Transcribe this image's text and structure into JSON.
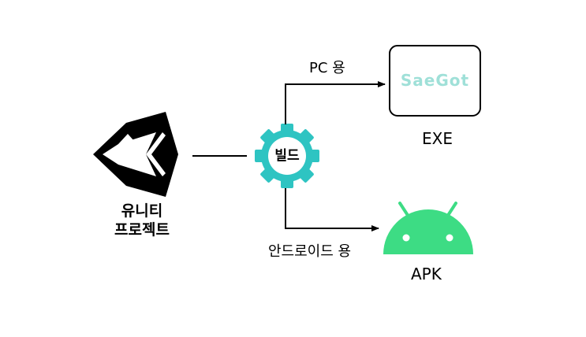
{
  "unity": {
    "label_line1": "유니티",
    "label_line2": "프로젝트"
  },
  "build": {
    "label": "빌드"
  },
  "pc": {
    "label": "PC 용",
    "target_label": "EXE",
    "logo_text": "SaeGot"
  },
  "android": {
    "label": "안드로이드 용",
    "target_label": "APK"
  },
  "colors": {
    "gear": "#2ec4c2",
    "android": "#3ddc84",
    "logo": "#9fe0d8",
    "line": "#000000"
  },
  "icons": {
    "unity": "unity-logo-icon",
    "gear": "gear-icon",
    "android": "android-robot-icon"
  }
}
